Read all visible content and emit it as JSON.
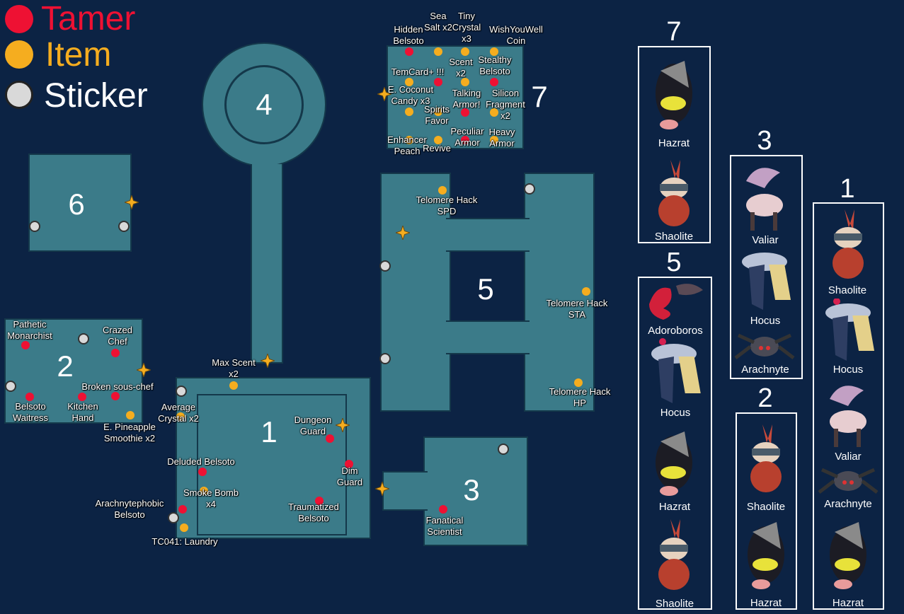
{
  "legend": [
    {
      "label": "Tamer",
      "color": "#ee1133"
    },
    {
      "label": "Item",
      "color": "#f5ad1f"
    },
    {
      "label": "Sticker",
      "color": "#d9d9d9"
    }
  ],
  "rooms": {
    "r1": "1",
    "r2": "2",
    "r3": "3",
    "r4": "4",
    "r5": "5",
    "r6": "6",
    "r7": "7"
  },
  "labels": {
    "hidden_belsoto": "Hidden Belsoto",
    "sea_salt": "Sea Salt x2",
    "tiny_crystal": "Tiny Crystal x3",
    "wishyouwell": "WishYouWell Coin",
    "temcard": "TemCard+ !!!",
    "scent": "Scent x2",
    "stealthy_belsoto": "Stealthy Belsoto",
    "e_coconut": "E. Coconut Candy x3",
    "spirits_favor": "Spirits Favor",
    "talking_armor": "Talking Armor!",
    "silicon_fragment": "Silicon Fragment x2",
    "enhancer_peach": "Enhancer Peach",
    "revive": "Revive",
    "peculiar_armor": "Peculiar Armor",
    "heavy_armor": "Heavy Armor",
    "telomere_spd": "Telomere Hack SPD",
    "telomere_sta": "Telomere Hack STA",
    "telomere_hp": "Telomere Hack HP",
    "pathetic_monarchist": "Pathetic Monarchist",
    "crazed_chef": "Crazed Chef",
    "broken_sous_chef": "Broken sous-chef",
    "belsoto_waitress": "Belsoto Waitress",
    "kitchen_hand": "Kitchen Hand",
    "e_pineapple": "E. Pineapple Smoothie x2",
    "max_scent": "Max Scent x2",
    "average_crystal": "Average Crystal x2",
    "dungeon_guard": "Dungeon Guard",
    "deluded_belsoto": "Deluded Belsoto",
    "dim_guard": "Dim Guard",
    "smoke_bomb": "Smoke Bomb x4",
    "arachnytephobic": "Arachnytephobic Belsoto",
    "traumatized_belsoto": "Traumatized Belsoto",
    "tc041": "TC041: Laundry",
    "fanatical_scientist": "Fanatical Scientist"
  },
  "teams": {
    "t7": {
      "num": "7",
      "mons": [
        "Hazrat",
        "Shaolite"
      ]
    },
    "t5": {
      "num": "5",
      "mons": [
        "Adoroboros",
        "Hocus",
        "Hazrat",
        "Shaolite"
      ]
    },
    "t3": {
      "num": "3",
      "mons": [
        "Valiar",
        "Hocus",
        "Arachnyte"
      ]
    },
    "t2": {
      "num": "2",
      "mons": [
        "Shaolite",
        "Hazrat"
      ]
    },
    "t1": {
      "num": "1",
      "mons": [
        "Shaolite",
        "Hocus",
        "Valiar",
        "Arachnyte",
        "Hazrat"
      ]
    }
  }
}
